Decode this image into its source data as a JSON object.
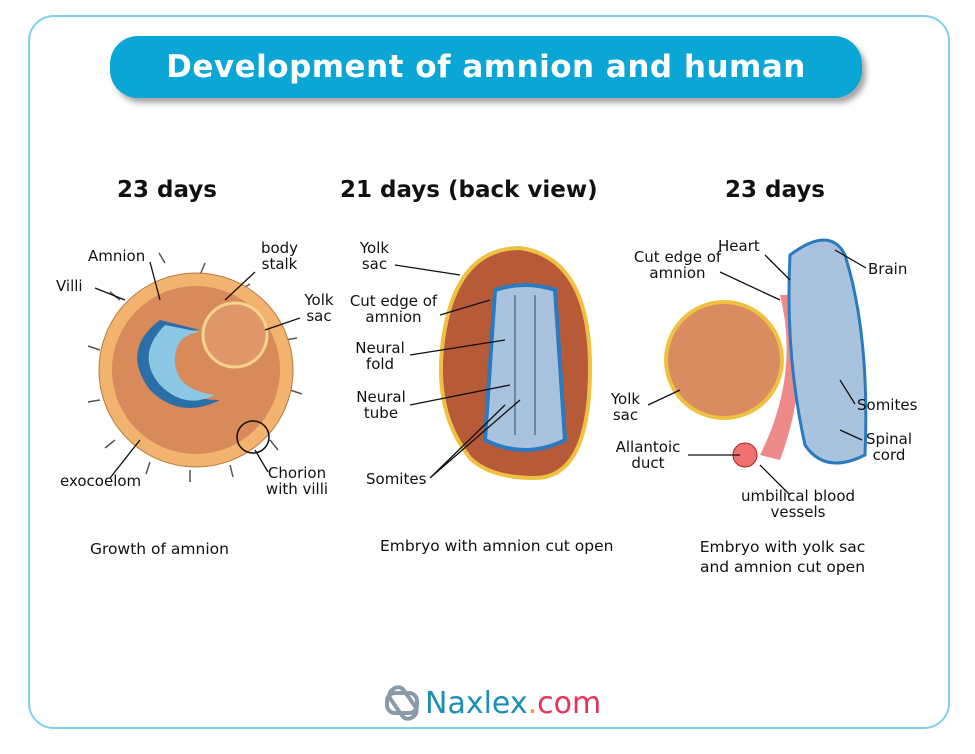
{
  "title": "Development of amnion and human embryo",
  "panels": [
    {
      "heading": "23 days",
      "caption": "Growth of amnion",
      "labels": {
        "amnion": "Amnion",
        "body_stalk": "body stalk",
        "villi": "Villi",
        "yolk_sac": "Yolk sac",
        "exocoelom": "exocoelom",
        "chorion": "Chorion with villi"
      }
    },
    {
      "heading": "21 days (back view)",
      "caption": "Embryo with amnion cut open",
      "labels": {
        "yolk_sac": "Yolk sac",
        "cut_edge": "Cut edge of amnion",
        "neural_fold": "Neural fold",
        "neural_tube": "Neural tube",
        "somites": "Somites"
      }
    },
    {
      "heading": "23 days",
      "caption": "Embryo with yolk sac and amnion cut open",
      "labels": {
        "cut_edge": "Cut edge of amnion",
        "heart": "Heart",
        "brain": "Brain",
        "yolk_sac": "Yolk sac",
        "somites": "Somites",
        "spinal_cord": "Spinal cord",
        "allantoic": "Allantoic duct",
        "umbilical": "umbilical blood vessels"
      }
    }
  ],
  "logo": {
    "name": "Naxlex",
    "dot": ".",
    "tld": "com"
  }
}
